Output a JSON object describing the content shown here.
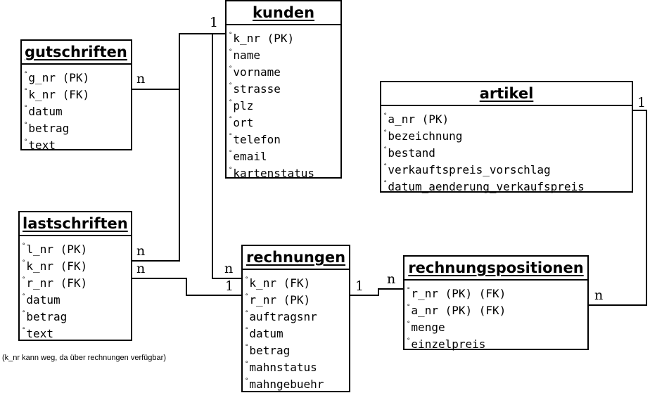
{
  "entities": {
    "kunden": {
      "name": "kunden",
      "attributes": [
        "k_nr (PK)",
        "name",
        "vorname",
        "strasse",
        "plz",
        "ort",
        "telefon",
        "email",
        "kartenstatus"
      ]
    },
    "gutschriften": {
      "name": "gutschriften",
      "attributes": [
        "g_nr (PK)",
        "k_nr (FK)",
        "datum",
        "betrag",
        "text"
      ]
    },
    "lastschriften": {
      "name": "lastschriften",
      "attributes": [
        "l_nr (PK)",
        "k_nr (FK)",
        "r_nr (FK)",
        "datum",
        "betrag",
        "text"
      ]
    },
    "rechnungen": {
      "name": "rechnungen",
      "attributes": [
        "k_nr (FK)",
        "r_nr (PK)",
        "auftragsnr",
        "datum",
        "betrag",
        "mahnstatus",
        "mahngebuehr"
      ]
    },
    "rechnungspositionen": {
      "name": "rechnungspositionen",
      "attributes": [
        "r_nr (PK) (FK)",
        "a_nr (PK) (FK)",
        "menge",
        "einzelpreis"
      ]
    },
    "artikel": {
      "name": "artikel",
      "attributes": [
        "a_nr (PK)",
        "bezeichnung",
        "bestand",
        "verkauftspreis_vorschlag",
        "datum_aenderung_verkaufspreis"
      ]
    }
  },
  "relationships": [
    {
      "from": "kunden",
      "to": "gutschriften",
      "from_card": "1",
      "to_card": "n"
    },
    {
      "from": "kunden",
      "to": "lastschriften",
      "from_card": "1",
      "to_card": "n"
    },
    {
      "from": "kunden",
      "to": "rechnungen",
      "from_card": "1",
      "to_card": "n"
    },
    {
      "from": "rechnungen",
      "to": "lastschriften",
      "from_card": "1",
      "to_card": "n"
    },
    {
      "from": "rechnungen",
      "to": "rechnungspositionen",
      "from_card": "1",
      "to_card": "n"
    },
    {
      "from": "artikel",
      "to": "rechnungspositionen",
      "from_card": "1",
      "to_card": "n"
    }
  ],
  "cardinality_labels": {
    "kunden_one": "1",
    "gutschriften_many": "n",
    "lastschriften_many_kunden": "n",
    "lastschriften_many_rechnungen": "n",
    "rechnungen_many_kunden": "n",
    "rechnungen_one_lastschriften": "1",
    "rechnungen_one_positionen": "1",
    "positionen_many_rechnungen": "n",
    "artikel_one": "1",
    "positionen_many_artikel": "n"
  },
  "note": "(k_nr kann weg, da über rechnungen verfügbar)",
  "attribute_marker": "°"
}
